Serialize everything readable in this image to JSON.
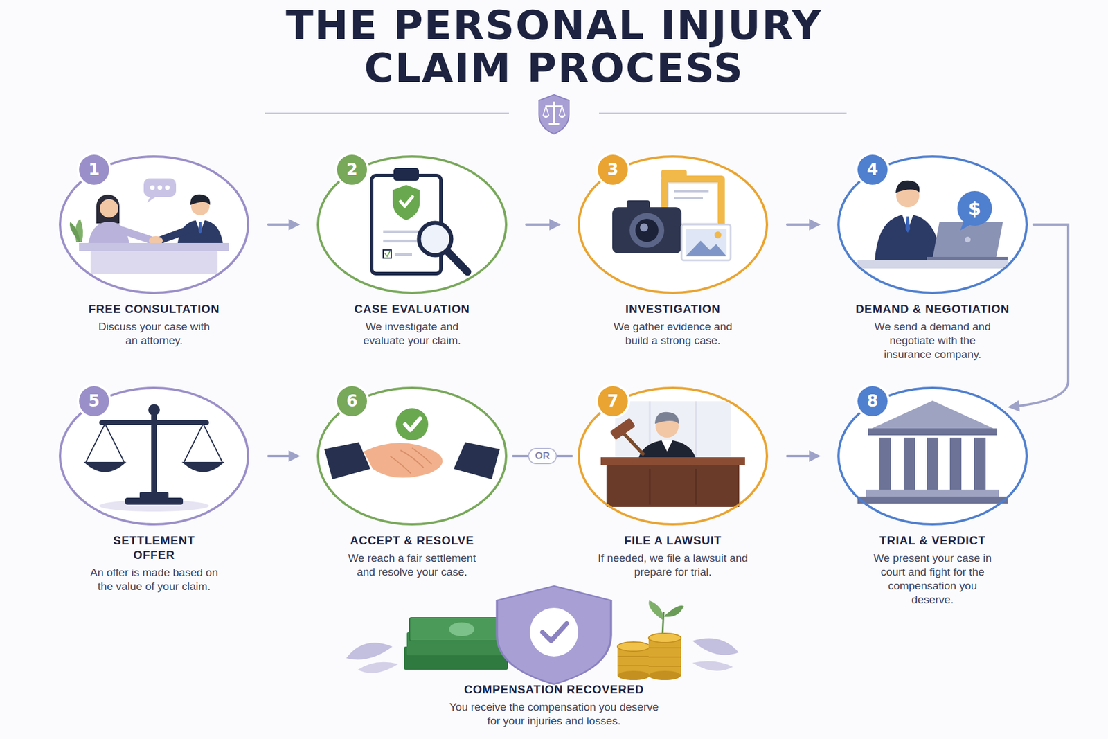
{
  "diagram": {
    "title": "THE PERSONAL INJURY CLAIM PROCESS",
    "nodes": [
      {
        "text": [
          "1",
          "FREE CONSULTATION",
          "Discuss your case with an attorney."
        ]
      },
      {
        "text": [
          "2",
          "CASE EVALUATION",
          "We investigate and evaluate your claim."
        ]
      },
      {
        "text": [
          "3",
          "INVESTIGATION",
          "We gather evidence and build a strong case."
        ]
      },
      {
        "text": [
          "4",
          "DEMAND & NEGOTIATION",
          "We send a demand and negotiate with the insurance company."
        ]
      },
      {
        "text": [
          "5",
          "SETTLEMENT OFFER",
          "An offer is made based on the value of your claim."
        ]
      },
      {
        "text": [
          "6",
          "ACCEPT & RESOLVE",
          "We reach a fair settlement and resolve your case."
        ]
      },
      {
        "text": [
          "7",
          "FILE A LAWSUIT",
          "If needed, we file a lawsuit and prepare for trial."
        ]
      },
      {
        "text": [
          "8",
          "TRIAL & VERDICT",
          "We present your case in court and fight for the compensation you deserve."
        ]
      },
      {
        "text": [
          "COMPENSATION RECOVERED",
          "You receive the compensation you deserve for your injuries and losses."
        ]
      }
    ],
    "edges": [
      {
        "from": 0,
        "to": 1,
        "arrow": "to"
      },
      {
        "from": 1,
        "to": 2,
        "arrow": "to"
      },
      {
        "from": 2,
        "to": 3,
        "arrow": "to"
      },
      {
        "from": 3,
        "to": 7,
        "arrow": "to"
      },
      {
        "from": 4,
        "to": 5,
        "arrow": "to"
      },
      {
        "from": 5,
        "to": 6,
        "label": "OR",
        "arrow": "none"
      },
      {
        "from": 6,
        "to": 7,
        "arrow": "to"
      }
    ],
    "labels": [
      "$"
    ]
  }
}
